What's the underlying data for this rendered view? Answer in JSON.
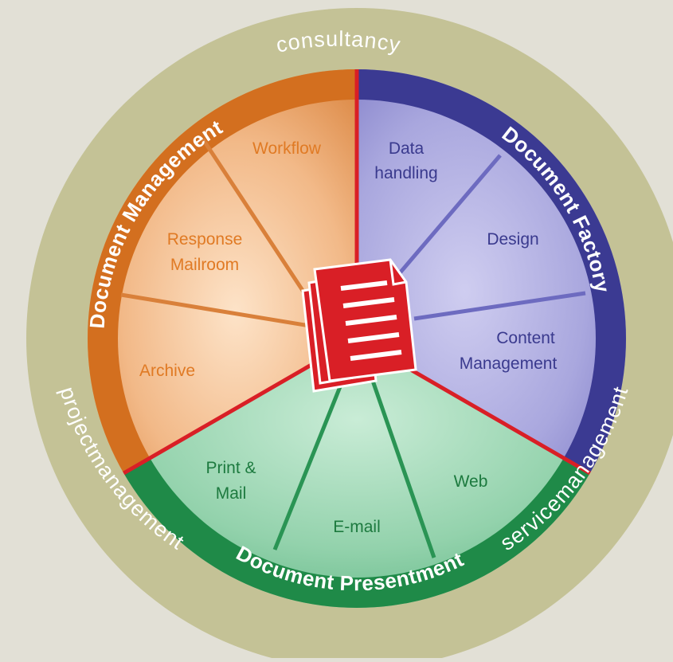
{
  "outer_ring": {
    "color": "#c3c195",
    "labels": {
      "top": "consultancy",
      "left": "projectmanagement",
      "right": "servicemanagement"
    }
  },
  "sections": {
    "management": {
      "title": "Document Management",
      "band_color": "#d36f1f",
      "fill_color": "#eeb27e",
      "text_color": "#e07a24",
      "items": [
        "Workflow",
        "Response",
        "Mailroom",
        "Archive"
      ]
    },
    "factory": {
      "title": "Document Factory",
      "band_color": "#3b3a92",
      "fill_color": "#a6a4dc",
      "text_color": "#3a3a8e",
      "items": [
        "Data",
        "handling",
        "Design",
        "Content",
        "Management"
      ]
    },
    "presentment": {
      "title": "Document Presentment",
      "band_color": "#1f8a48",
      "fill_color": "#96d3ae",
      "text_color": "#1d7a3f",
      "items": [
        "Print &",
        "Mail",
        "E-mail",
        "Web"
      ]
    }
  },
  "divider_color": "#d91f26",
  "center_icon": "document-stack-icon"
}
